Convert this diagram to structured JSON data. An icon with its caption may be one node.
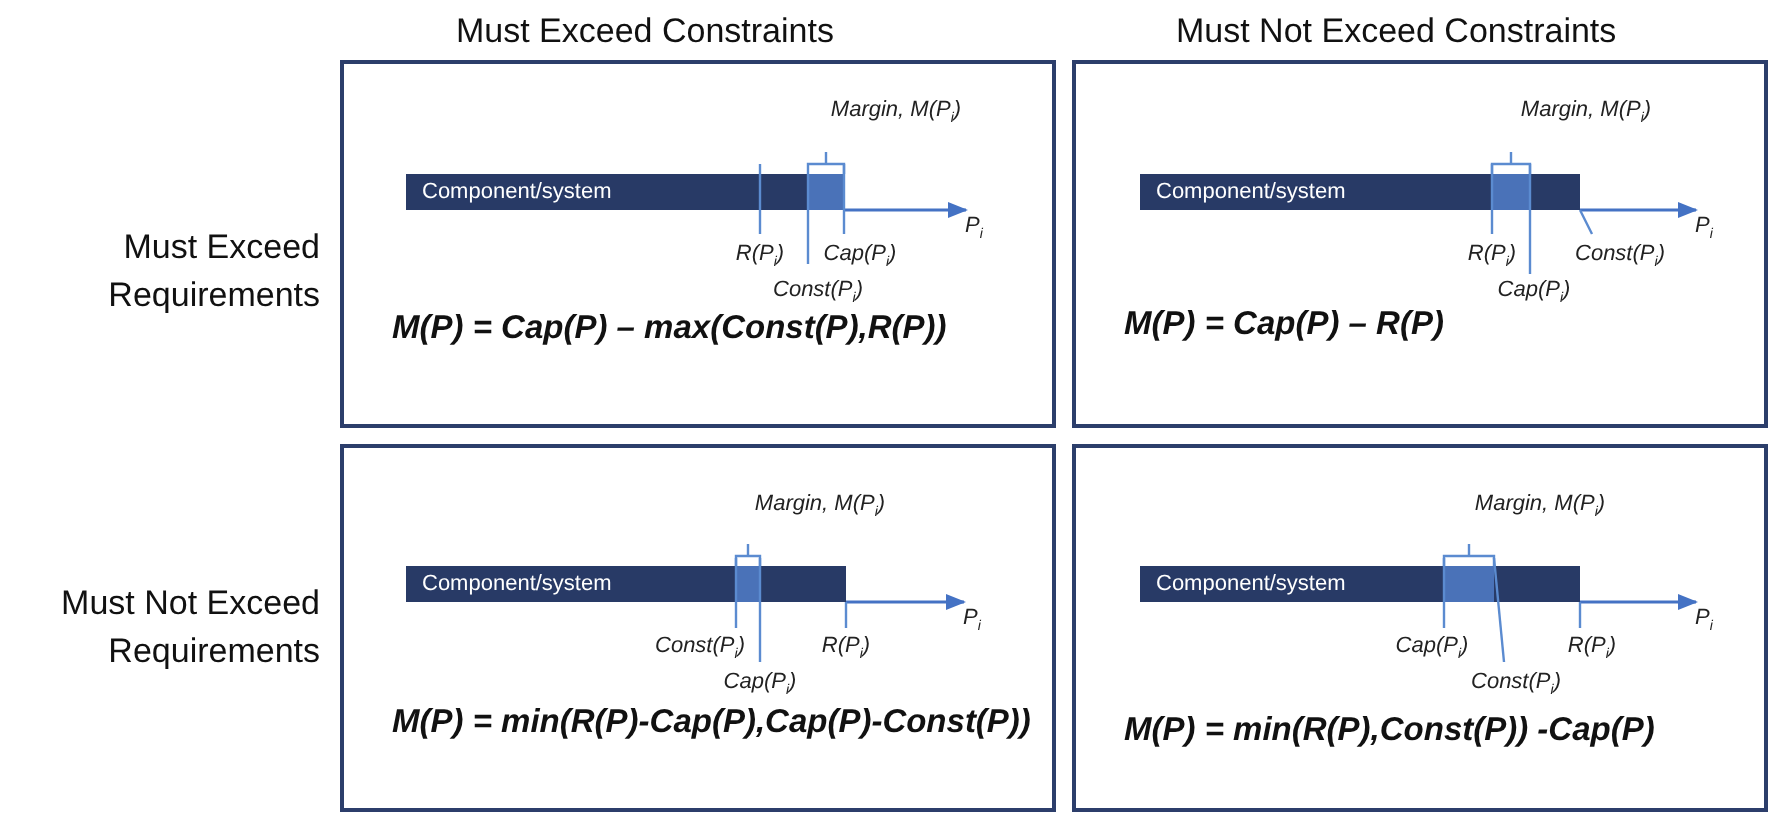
{
  "diagram": {
    "nodes": [
      {
        "text": [
          "M(P) = Cap(P) – max(Const(P),R(P))"
        ]
      },
      {
        "text": [
          "Component/system"
        ],
        "in": 0,
        "beside": [
          "R(P$_{i}$)",
          "Cap(P$_{i}$)",
          "Const(P$_{i}$)"
        ]
      },
      {
        "text": [
          "M(P) = Cap(P) – R(P)"
        ]
      },
      {
        "text": [
          "Component/system"
        ],
        "in": 2,
        "beside": [
          "R(P$_{i}$)",
          "Const(P$_{i}$)",
          "Cap(P$_{i}$)"
        ]
      },
      {
        "text": [
          "M(P) = min(R(P)-Cap(P),Cap(P)-Const(P))"
        ]
      },
      {
        "text": [
          "Component/system"
        ],
        "in": 4,
        "beside": [
          "Const(P$_{i}$)",
          "R(P$_{i}$)",
          "Cap(P$_{i}$)"
        ]
      },
      {
        "text": [
          "M(P) = min(R(P),Const(P)) -Cap(P)"
        ]
      },
      {
        "text": [
          "Component/system"
        ],
        "in": 6,
        "beside": [
          "Cap(P$_{i}$)",
          "R(P$_{i}$)",
          "Const(P$_{i}$)"
        ]
      }
    ],
    "edges": [],
    "labels": [
      "Must Exceed Constraints",
      "Must Not Exceed Constraints",
      "Must Exceed Requirements",
      "Margin, M(P$_{i}$)",
      "P$_{i}$",
      "Margin, M(P$_{i}$)",
      "P$_{i}$",
      "Must Not Exceed Requirements",
      "Margin, M(P$_{i}$)",
      "P$_{i}$",
      "Margin, M(P$_{i}$)",
      "P$_{i}$"
    ]
  }
}
